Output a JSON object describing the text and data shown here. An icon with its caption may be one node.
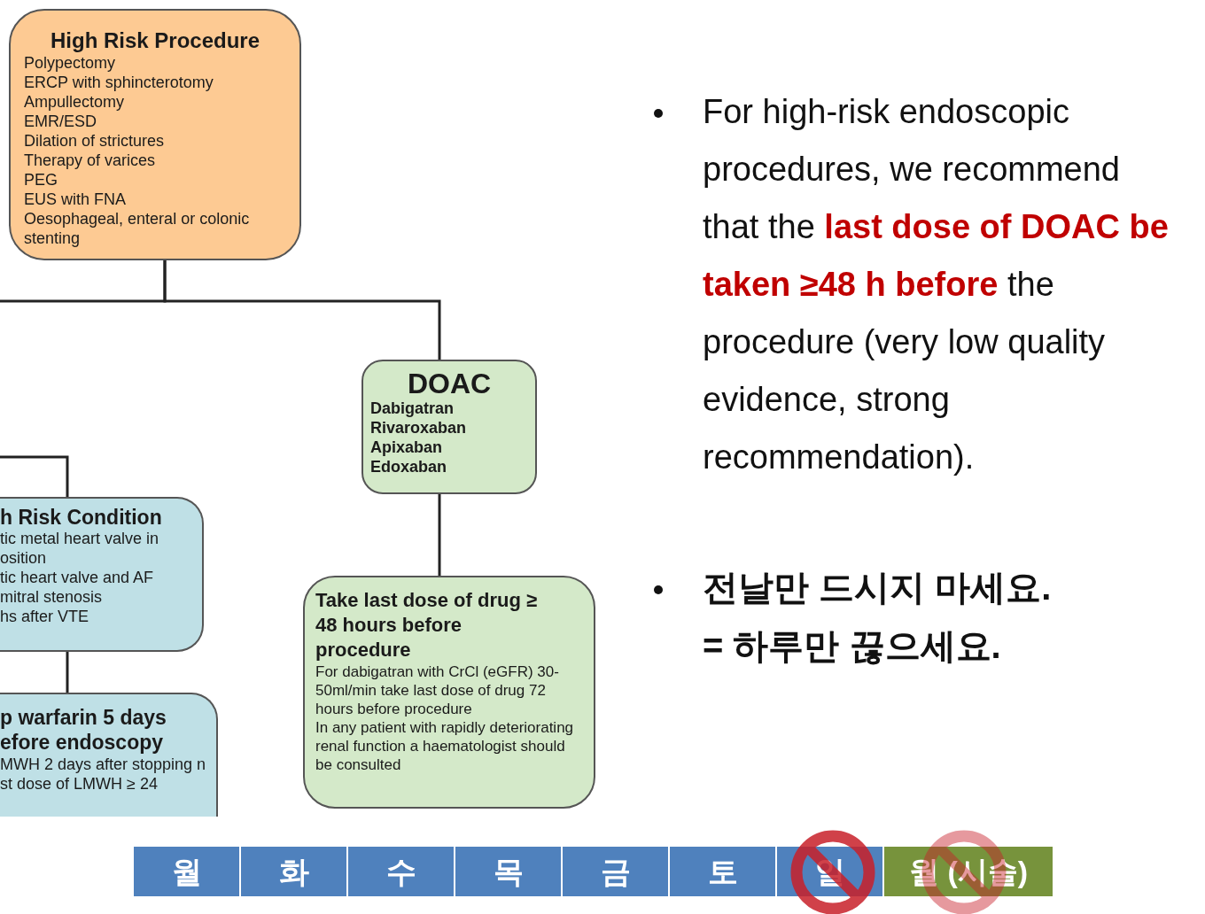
{
  "diagram": {
    "nodes": [
      {
        "text": [
          "High Risk Procedure",
          "Polypectomy",
          "ERCP with sphincterotomy",
          "Ampullectomy",
          "EMR/ESD",
          "Dilation of strictures",
          "Therapy of varices",
          "PEG",
          "EUS with FNA",
          "Oesophageal, enteral or colonic stenting"
        ]
      },
      {
        "text": [
          "DOAC",
          "Dabigatran",
          "Rivaroxaban",
          "Apixaban",
          "Edoxaban"
        ]
      },
      {
        "text": [
          "h Risk Condition",
          "tic metal heart valve in osition",
          "tic heart valve and AF",
          "mitral stenosis",
          "hs after VTE"
        ]
      },
      {
        "text": [
          "p warfarin 5 days efore endoscopy",
          "MWH 2 days after stopping n",
          "st dose of LMWH ≥ 24"
        ]
      },
      {
        "text": [
          "Take last dose of drug ≥ 48 hours before procedure",
          "For dabigatran with CrCl (eGFR) 30-50ml/min take last dose of drug 72 hours before procedure",
          "In any patient with rapidly deteriorating renal function a haematologist should be consulted"
        ]
      }
    ],
    "edges": [
      {
        "from": 0,
        "to": 1,
        "arrow": "none"
      },
      {
        "from": 0,
        "to": null,
        "arrow": "none"
      },
      {
        "from": null,
        "to": 2,
        "arrow": "none"
      },
      {
        "from": 2,
        "to": 3,
        "arrow": "none"
      },
      {
        "from": 1,
        "to": 4,
        "arrow": "none"
      }
    ],
    "labels": [
      "For high-risk endoscopic procedures, we recommend that the **last dose of DOAC be taken ≥48 h before** the procedure (very low quality evidence, strong recommendation).",
      "전날만 드시지 마세요.",
      "= 하루만 끊으세요.",
      "월",
      "화",
      "수",
      "목",
      "금",
      "토",
      "일",
      "월 (시술)"
    ]
  }
}
